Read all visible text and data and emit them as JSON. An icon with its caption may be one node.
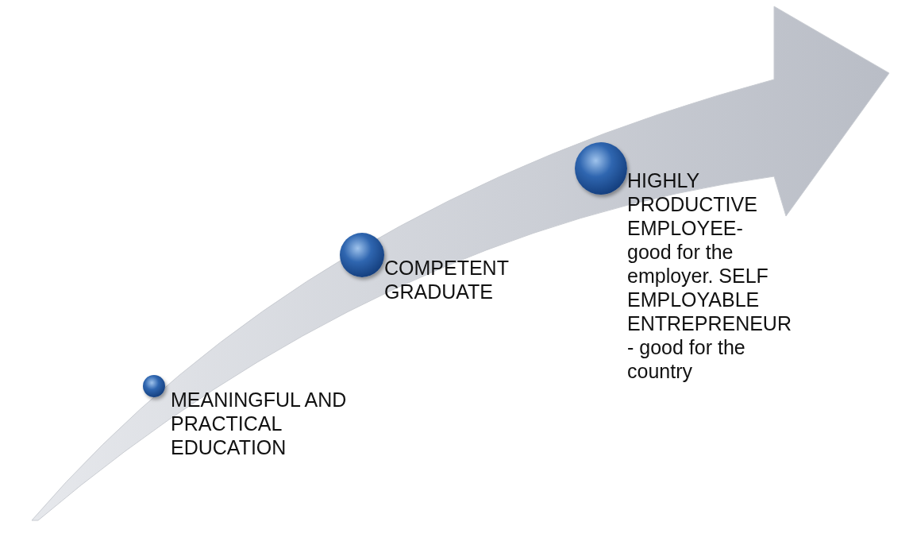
{
  "diagram": {
    "nodes": [
      {
        "text": [],
        "shape": "circle",
        "beside": [
          "MEANINGFUL AND PRACTICAL EDUCATION"
        ]
      },
      {
        "text": [],
        "shape": "circle",
        "beside": [
          "COMPETENT GRADUATE"
        ]
      },
      {
        "text": [],
        "shape": "circle",
        "beside": [
          "HIGHLY PRODUCTIVE EMPLOYEE- good for the employer. SELF EMPLOYABLE ENTREPRENEUR - good for the country"
        ]
      }
    ]
  }
}
